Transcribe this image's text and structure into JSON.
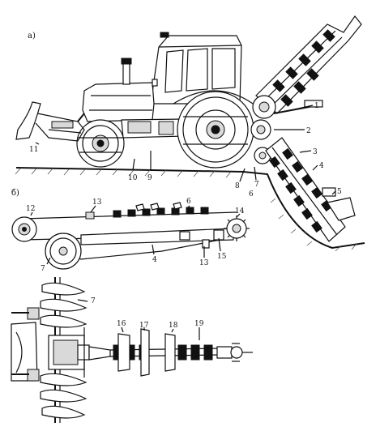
{
  "views": {
    "a": "а)",
    "b": "б)"
  },
  "labels": {
    "l1": "1",
    "l2": "2",
    "l3": "3",
    "l4a": "4",
    "l5": "5",
    "l6a": "6",
    "l7a": "7",
    "l8": "8",
    "l9": "9",
    "l10": "10",
    "l11": "11",
    "l12": "12",
    "l13a": "13",
    "l6b": "6",
    "l14": "14",
    "l7b": "7",
    "l4b": "4",
    "l13b": "13",
    "l15": "15",
    "l7c": "7",
    "l16": "16",
    "l17": "17",
    "l18": "18",
    "l19": "19"
  }
}
